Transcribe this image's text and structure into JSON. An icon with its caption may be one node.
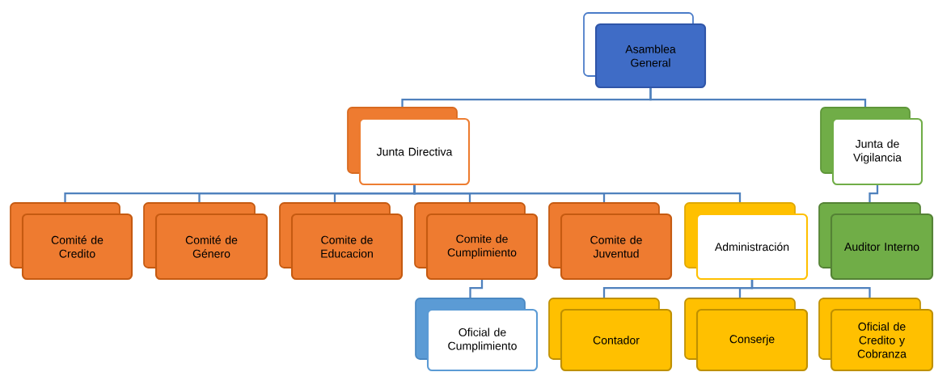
{
  "diagram": {
    "nodes": [
      {
        "text": [
          "Asamblea General"
        ]
      },
      {
        "text": [
          "Junta Directiva"
        ]
      },
      {
        "text": [
          "Junta de Vigilancia"
        ]
      },
      {
        "text": [
          "Comité de Credito"
        ]
      },
      {
        "text": [
          "Comité de Género"
        ]
      },
      {
        "text": [
          "Comite de Educacion"
        ]
      },
      {
        "text": [
          "Comite de Cumplimiento"
        ]
      },
      {
        "text": [
          "Comite de Juventud"
        ]
      },
      {
        "text": [
          "Administración"
        ]
      },
      {
        "text": [
          "Auditor Interno"
        ]
      },
      {
        "text": [
          "Oficial de Cumplimiento"
        ]
      },
      {
        "text": [
          "Contador"
        ]
      },
      {
        "text": [
          "Conserje"
        ]
      },
      {
        "text": [
          "Oficial de Credito y Cobranza"
        ]
      }
    ],
    "edges": [
      {
        "from": 0,
        "to": 1,
        "arrow": "none"
      },
      {
        "from": 0,
        "to": 2,
        "arrow": "none"
      },
      {
        "from": 1,
        "to": 3,
        "arrow": "none"
      },
      {
        "from": 1,
        "to": 4,
        "arrow": "none"
      },
      {
        "from": 1,
        "to": 5,
        "arrow": "none"
      },
      {
        "from": 1,
        "to": 6,
        "arrow": "none"
      },
      {
        "from": 1,
        "to": 7,
        "arrow": "none"
      },
      {
        "from": 1,
        "to": 8,
        "arrow": "none"
      },
      {
        "from": 2,
        "to": 9,
        "arrow": "none"
      },
      {
        "from": 6,
        "to": 10,
        "arrow": "none"
      },
      {
        "from": 8,
        "to": 11,
        "arrow": "none"
      },
      {
        "from": 8,
        "to": 12,
        "arrow": "none"
      },
      {
        "from": 8,
        "to": 13,
        "arrow": "none"
      }
    ]
  }
}
